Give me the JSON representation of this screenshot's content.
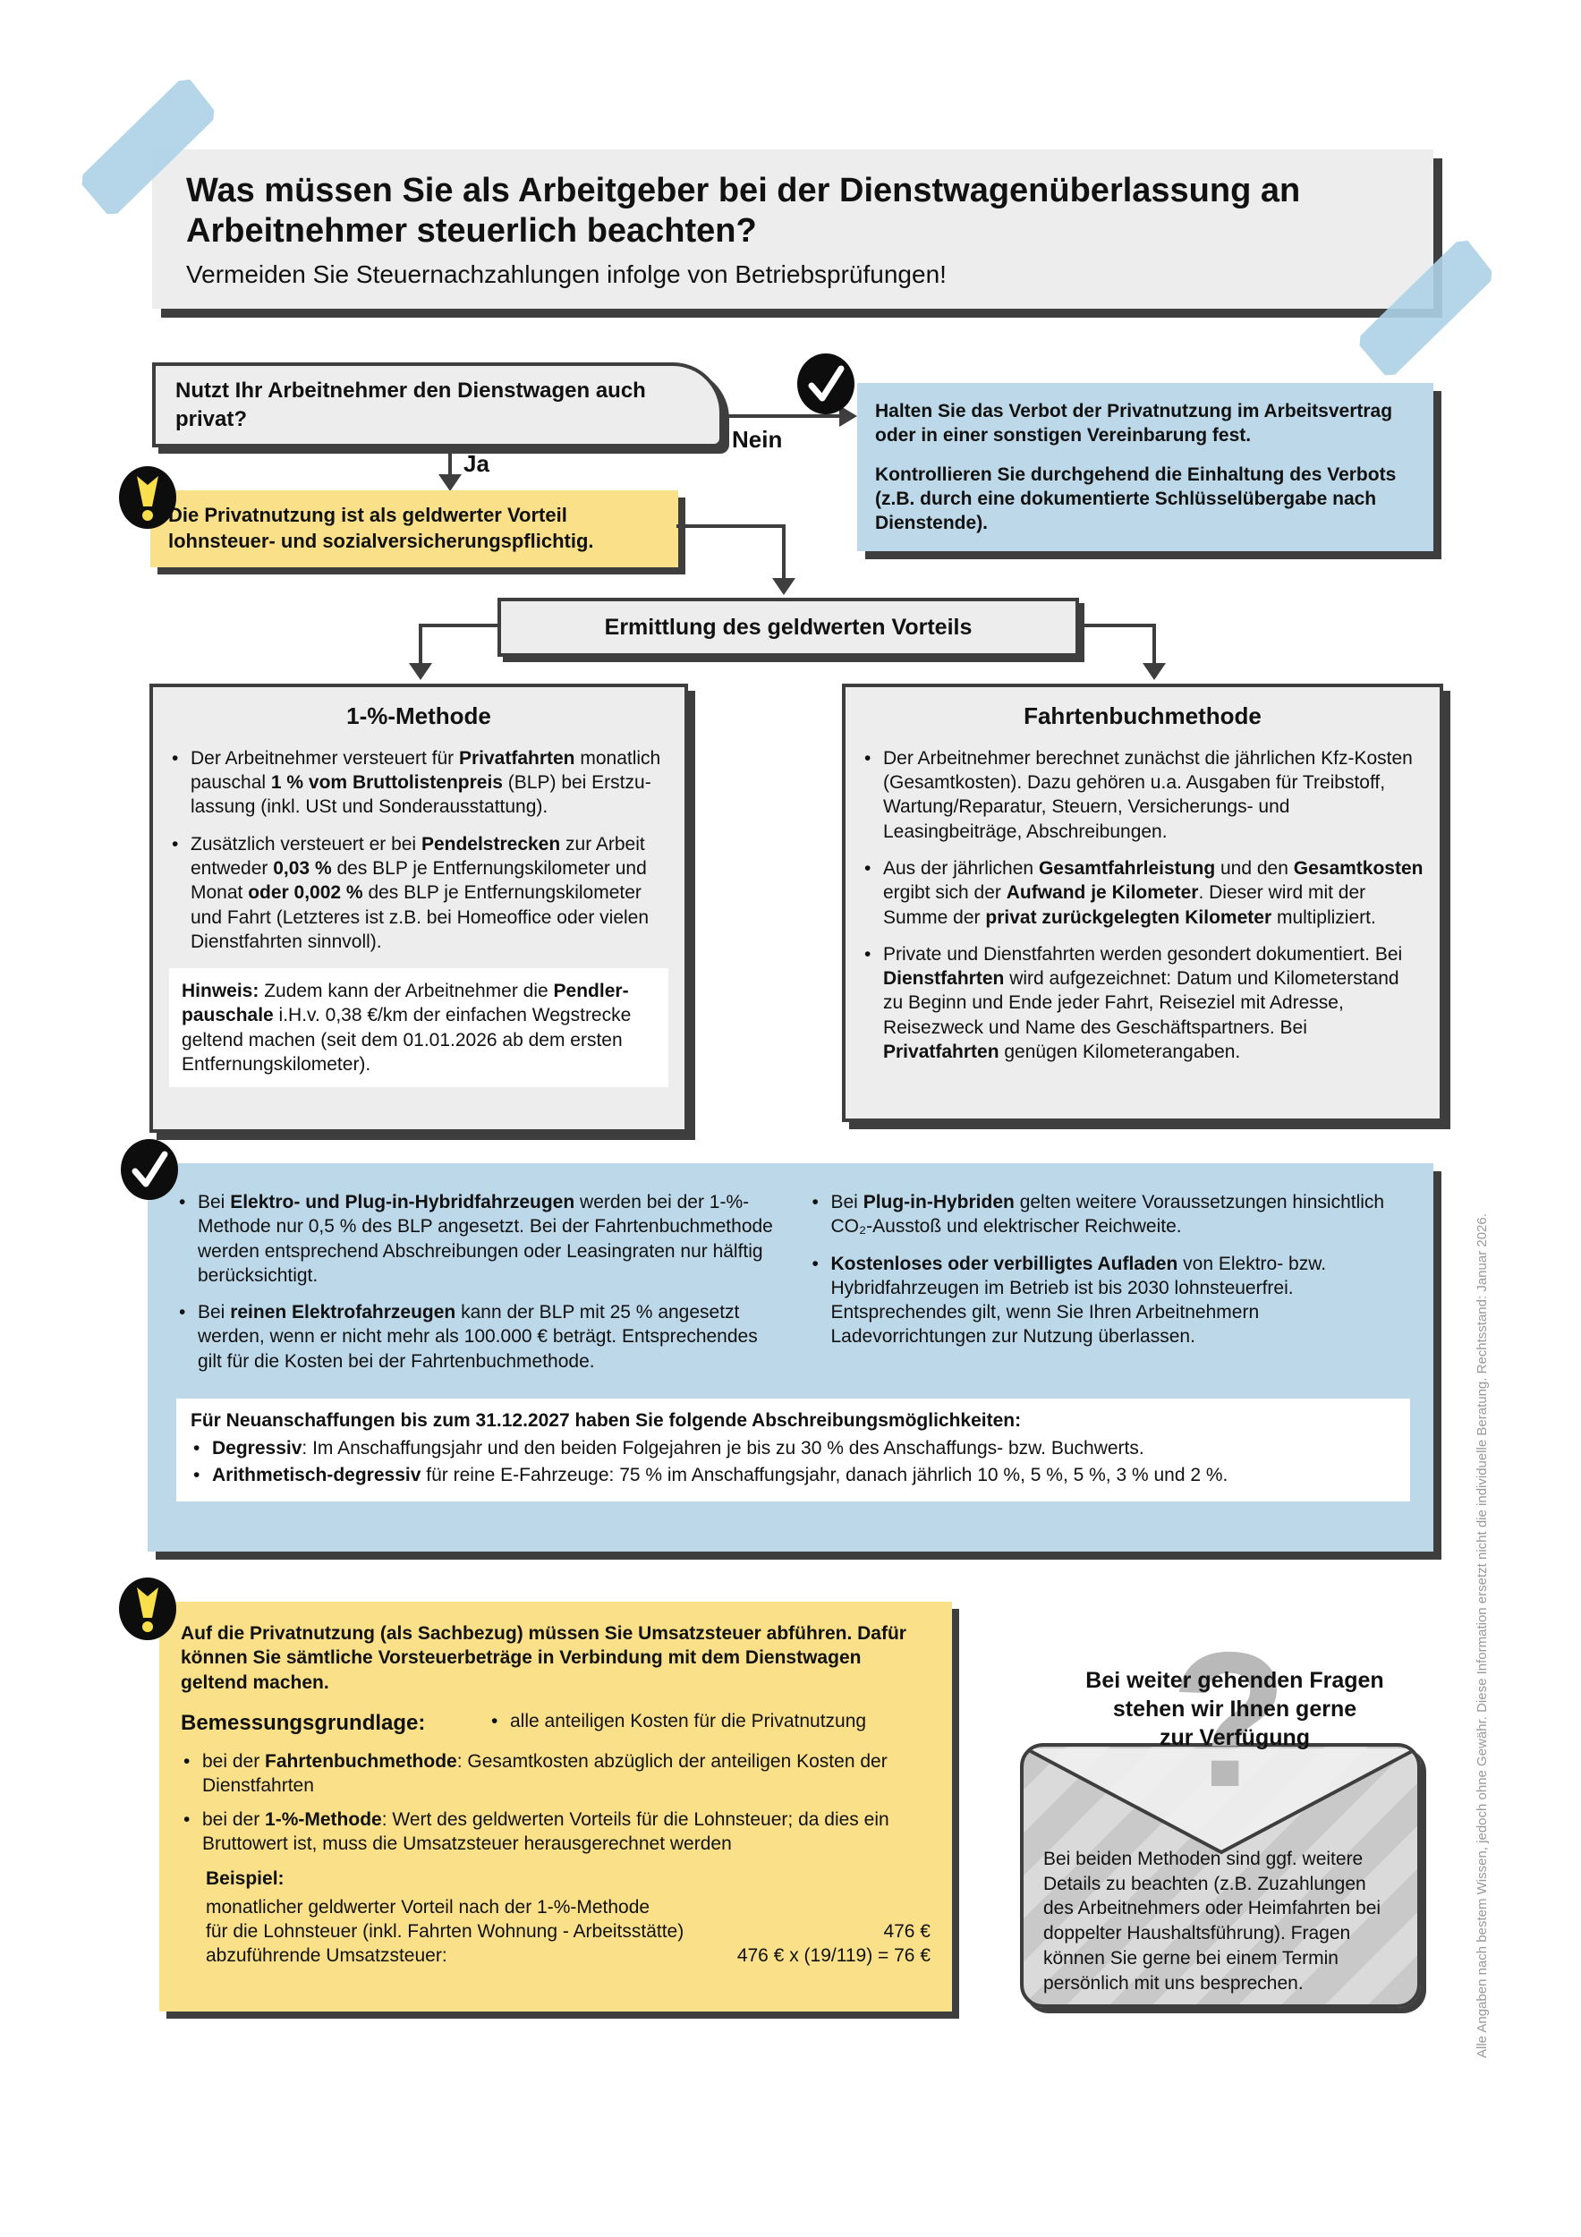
{
  "ui": {
    "bullet": "•"
  },
  "colors": {
    "accent_blue": "#bdd8e8",
    "accent_yellow": "#fae189",
    "box_gray": "#ededed",
    "shadow_dark": "#3e3e3e",
    "tape_blue": "#add2e5",
    "icon_yellow": "#f8df4b",
    "question_mark_gray": "#b9b9b9"
  },
  "header": {
    "title": "Was müssen Sie als Arbeitgeber bei der Dienstwagenüberlassung an\nArbeitnehmer steuerlich beachten?",
    "subtitle": "Vermeiden Sie Steuernachzahlungen infolge von Betriebsprüfungen!"
  },
  "flow": {
    "question": "Nutzt Ihr Arbeitnehmer den Dienstwagen auch\nprivat?",
    "yes_label": "Ja",
    "no_label": "Nein",
    "consequence": "Die Privatnutzung ist als geldwerter Vorteil\nlohnsteuer- und sozialversicherungspflichtig.",
    "prohibition_p1": [
      {
        "t": "Halten Sie das Verbot der Privatnutzung im Arbeits­vertrag oder in einer sonstigen Vereinbarung fest.",
        "b": true
      }
    ],
    "prohibition_p2": [
      {
        "t": "Kontrollieren Sie durchgehend die Einhaltung des Verbots (z.B. durch eine dokumentierte Schlüssel­übergabe nach Dienstende).",
        "b": true
      }
    ],
    "determination_label": "Ermittlung des geldwerten Vorteils"
  },
  "methods": {
    "left": {
      "title": "1-%-Methode",
      "bullets": [
        [
          {
            "t": "Der Arbeitnehmer versteuert für "
          },
          {
            "t": "Privatfahrten",
            "b": true
          },
          {
            "t": " monatlich pauschal "
          },
          {
            "t": "1 % vom Bruttolistenpreis",
            "b": true
          },
          {
            "t": " (BLP) bei Erstzu­lassung (inkl. USt und Sonderausstattung)."
          }
        ],
        [
          {
            "t": "Zusätzlich versteuert er bei "
          },
          {
            "t": "Pendelstrecken",
            "b": true
          },
          {
            "t": " zur Arbeit entweder "
          },
          {
            "t": "0,03 %",
            "b": true
          },
          {
            "t": " des BLP je Entfernungskilometer und Monat "
          },
          {
            "t": "oder 0,002 %",
            "b": true
          },
          {
            "t": " des BLP je Entfernungskilometer und Fahrt (Letzteres ist z.B. bei Homeoffice oder vielen Dienstfahrten sinnvoll)."
          }
        ]
      ],
      "note": [
        {
          "t": "Hinweis:",
          "b": true
        },
        {
          "t": " Zudem kann der Arbeitnehmer die "
        },
        {
          "t": "Pendler­pauschale",
          "b": true
        },
        {
          "t": " i.H.v. 0,38 €/km der einfachen Wegstrecke geltend machen (seit dem 01.01.2026 ab dem ersten Entfernungskilometer)."
        }
      ]
    },
    "right": {
      "title": "Fahrtenbuchmethode",
      "bullets": [
        [
          {
            "t": "Der Arbeitnehmer berechnet zunächst die jährlichen Kfz-Kosten (Gesamtkosten). Dazu gehören u.a. Aus­gaben für Treibstoff, Wartung/Reparatur, Steuern, Ver­sicherungs- und Leasingbeiträge, Abschreibungen."
          }
        ],
        [
          {
            "t": "Aus der jährlichen "
          },
          {
            "t": "Gesamtfahrleistung",
            "b": true
          },
          {
            "t": " und den "
          },
          {
            "t": "Ge­samtkosten",
            "b": true
          },
          {
            "t": " ergibt sich der "
          },
          {
            "t": "Aufwand je Kilometer",
            "b": true
          },
          {
            "t": ". Dieser wird mit der Summe der "
          },
          {
            "t": "privat zurückgelegten Kilometer",
            "b": true
          },
          {
            "t": " multipliziert."
          }
        ],
        [
          {
            "t": "Private und Dienstfahrten werden gesondert dokumen­tiert. Bei "
          },
          {
            "t": "Dienstfahrten",
            "b": true
          },
          {
            "t": " wird aufgezeichnet: Datum und Kilometerstand zu Beginn und Ende jeder Fahrt, Reise­ziel mit Adresse, Reisezweck und Name des Geschäfts­partners. Bei "
          },
          {
            "t": "Privatfahrten",
            "b": true
          },
          {
            "t": " genügen Kilometerangaben."
          }
        ]
      ]
    }
  },
  "ev_section": {
    "left_bullets": [
      [
        {
          "t": "Bei "
        },
        {
          "t": "Elektro- und Plug-in-Hybridfahrzeugen",
          "b": true
        },
        {
          "t": " werden bei der 1-%-Methode nur 0,5 % des BLP angesetzt. Bei der Fahrtenbuchmethode werden entsprechend Abschreibun­gen oder Leasingraten nur hälftig berücksichtigt."
        }
      ],
      [
        {
          "t": "Bei "
        },
        {
          "t": "reinen Elektrofahrzeugen",
          "b": true
        },
        {
          "t": " kann der BLP mit 25 % an­gesetzt werden, wenn er nicht mehr als 100.000 € beträgt. Entsprechendes gilt für die Kosten bei der Fahrtenbuch­methode."
        }
      ]
    ],
    "right_bullets": [
      [
        {
          "t": "Bei "
        },
        {
          "t": "Plug-in-Hybriden",
          "b": true
        },
        {
          "t": " gelten weitere Voraussetzungen hinsichtlich CO₂-Ausstoß und elektrischer Reichweite."
        }
      ],
      [
        {
          "t": "Kostenloses oder verbilligtes Aufladen",
          "b": true
        },
        {
          "t": " von Elektro- bzw. Hybridfahrzeugen im Betrieb ist bis 2030 lohnsteuer­frei. Entsprechendes gilt, wenn Sie Ihren Arbeitnehmern Ladevorrichtungen zur Nutzung überlassen."
        }
      ]
    ],
    "depreciation": {
      "title": "Für Neuanschaffungen bis zum 31.12.2027 haben Sie folgende Abschreibungsmöglichkeiten:",
      "bullets": [
        [
          {
            "t": "Degressiv",
            "b": true
          },
          {
            "t": ": Im Anschaffungsjahr und den beiden Folgejahren je bis zu 30 % des Anschaffungs- bzw. Buchwerts."
          }
        ],
        [
          {
            "t": "Arithmetisch-degressiv",
            "b": true
          },
          {
            "t": " für reine E-Fahrzeuge: 75 % im Anschaffungsjahr, danach jährlich 10 %, 5 %, 5 %, 3 % und 2 %."
          }
        ]
      ]
    }
  },
  "vat_box": {
    "intro": "Auf die Privatnutzung (als Sachbezug) müssen Sie Umsatzsteuer abführen. Dafür können Sie sämtliche Vorsteuerbeträge in Verbindung mit dem Dienstwagen geltend machen.",
    "base_label": "Bemessungsgrundlage:",
    "base_item": "alle anteiligen Kosten für die Privatnutzung",
    "bullets": [
      [
        {
          "t": "bei der "
        },
        {
          "t": "Fahrtenbuchmethode",
          "b": true
        },
        {
          "t": ": Gesamtkosten abzüglich der anteiligen Kos­ten der Dienstfahrten"
        }
      ],
      [
        {
          "t": "bei der "
        },
        {
          "t": "1-%-Methode",
          "b": true
        },
        {
          "t": ": Wert des geldwerten Vorteils für die Lohnsteuer; da dies ein Bruttowert ist, muss die Umsatzsteuer herausgerechnet werden"
        }
      ]
    ],
    "example": {
      "label": "Beispiel:",
      "line1": "monatlicher geldwerter Vorteil nach der 1-%-Methode",
      "row1_label": "für die Lohnsteuer (inkl. Fahrten Wohnung - Arbeitsstätte)",
      "row1_value": "476 €",
      "row2_label": "abzuführende Umsatzsteuer:",
      "row2_value": "476 € x (19/119) = 76 €"
    }
  },
  "contact": {
    "heading": "Bei weiter gehenden Fragen\nstehen wir Ihnen gerne\nzur Verfügung",
    "question_mark": "?",
    "body": "Bei beiden Methoden sind ggf. weitere Details zu beachten (z.B. Zuzahlungen des Arbeitnehmers oder Heimfahrten bei doppelter Haushaltsführung). Fra­gen können Sie gerne bei einem Ter­min persönlich mit uns besprechen."
  },
  "disclaimer": "Alle Angaben nach bestem Wissen, jedoch ohne Gewähr. Diese Information ersetzt nicht die individuelle Beratung. Rechtsstand: Januar 2026."
}
